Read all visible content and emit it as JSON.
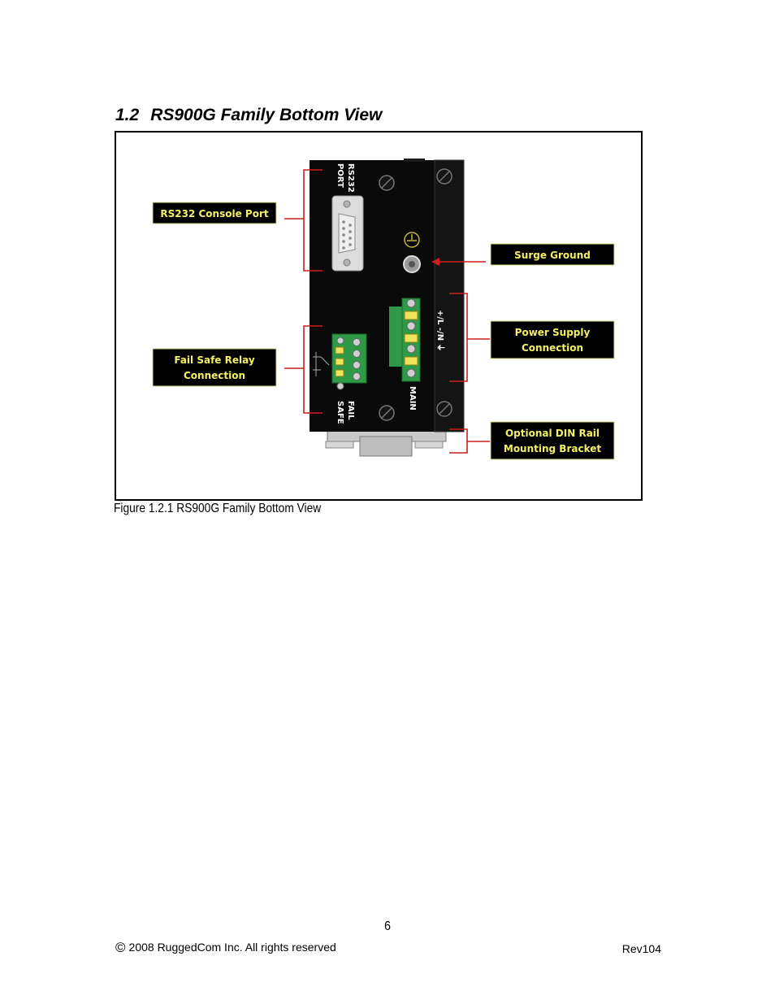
{
  "section": {
    "number": "1.2",
    "title": "RS900G Family Bottom View"
  },
  "figure": {
    "caption": "Figure 1.2.1 RS900G Family Bottom View",
    "callouts": {
      "rs232": [
        "RS232 Console Port"
      ],
      "surge": [
        "Surge Ground"
      ],
      "power": [
        "Power Supply",
        "Connection"
      ],
      "failsafe": [
        "Fail Safe Relay",
        "Connection"
      ],
      "din": [
        "Optional DIN Rail",
        "Mounting Bracket"
      ]
    },
    "device_labels": {
      "rs232_port": [
        "RS232",
        "PORT"
      ],
      "fail_safe": [
        "FAIL",
        "SAFE"
      ],
      "main": "MAIN",
      "power_terminals": "+/L  -/N  ⏚"
    },
    "colors": {
      "callout_text": "#f4f066",
      "leader_line": "#cc1f1f",
      "terminal_green": "#2e9a48"
    }
  },
  "footer": {
    "page_number": "6",
    "copyright_symbol": "©",
    "copyright": "2008 RuggedCom Inc. All rights reserved",
    "revision": "Rev104"
  }
}
